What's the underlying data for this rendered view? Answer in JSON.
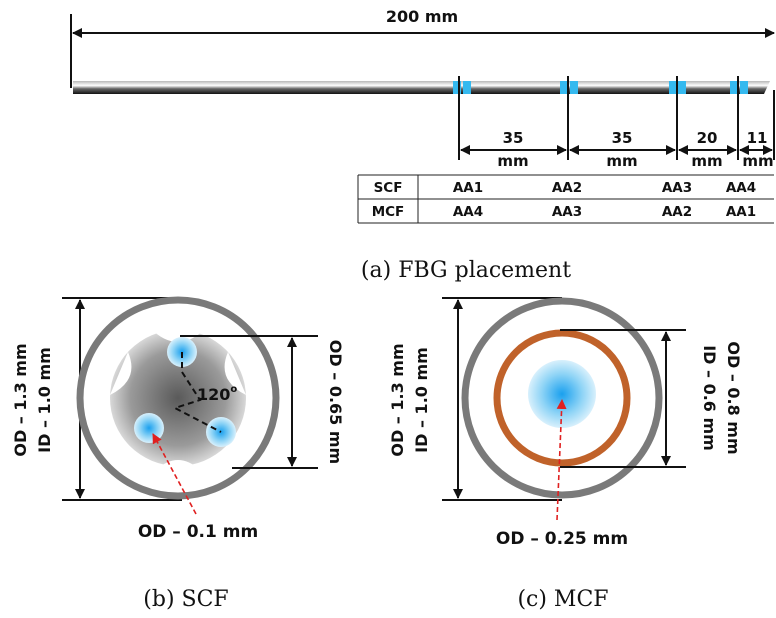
{
  "panel_a": {
    "total_length": "200 mm",
    "segments": [
      {
        "value": "35",
        "unit": "mm"
      },
      {
        "value": "35",
        "unit": "mm"
      },
      {
        "value": "20",
        "unit": "mm"
      },
      {
        "value": "11",
        "unit": "mm"
      }
    ],
    "table": {
      "rows": [
        {
          "fiber": "SCF",
          "cells": [
            "AA1",
            "AA2",
            "AA3",
            "AA4"
          ]
        },
        {
          "fiber": "MCF",
          "cells": [
            "AA4",
            "AA3",
            "AA2",
            "AA1"
          ]
        }
      ]
    },
    "caption": "(a) FBG placement"
  },
  "panel_b": {
    "outer_od": "OD – 1.3 mm",
    "outer_id": "ID – 1.0 mm",
    "inner_od": "OD – 0.65 mm",
    "angle": "120",
    "angle_sup": "o",
    "core_od": "OD – 0.1 mm",
    "caption": "(b) SCF"
  },
  "panel_c": {
    "outer_od": "OD – 1.3 mm",
    "outer_id": "ID – 1.0 mm",
    "inner_od": "OD – 0.8 mm",
    "inner_id": "ID – 0.6 mm",
    "core_od": "OD – 0.25 mm",
    "caption": "(c) MCF"
  },
  "colors": {
    "fbg": "#35b9ef",
    "tube": "#7a7a7a",
    "copper": "#c0622a",
    "pointer": "#e02020"
  }
}
